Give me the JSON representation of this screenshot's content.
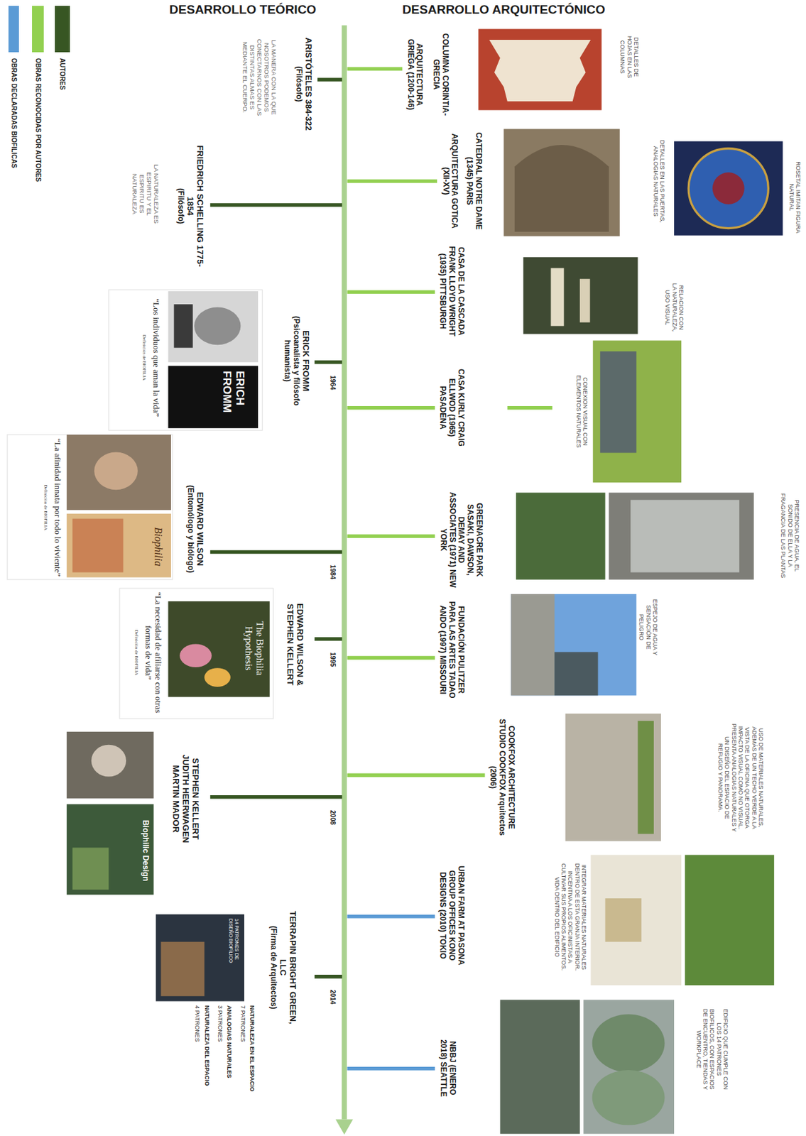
{
  "diagram": {
    "labels": [
      "DESARROLLO TEÓRICO",
      "DESARROLLO ARQUITECTÓNICO",
      "ARISTÓTELES 384-322",
      "(Filósofo)",
      "LA MANERA CON LA QUE NOSOTROS PODEMOS CONECTARNOS CON LAS DISTINTAS ALMAS ES MEDIANTE EL CUERPO.",
      "FRIEDRICH SCHELLING 1775-1854",
      "(Filósofo)",
      "LA NATURALEZA ES ESPIRITU Y EL ESPIRITU ES NATURALEZA",
      "ERICK FROMM",
      "(Psicoanalista y filósofo humanista)",
      "1964",
      "ERICH FROMM",
      "“Los individuos que aman la vida”",
      "Definición de BIOFILIA",
      "EDWARD WILSON",
      "(Entomólogo y biólogo)",
      "1984",
      "Biophilia",
      "“La afinidad innata por todo lo viviente”",
      "Definición de BIOFILIA",
      "EDWARD WILSON & STEPHEN KELLERT",
      "1995",
      "The Biophilia Hypothesis",
      "“La necesidad de afiliarse con otras formas de vida”",
      "Definición de BIOFILIA",
      "STEPHEN KELLERT",
      "JUDITH HEERWAGEN",
      "MARTIN MADOR",
      "2008",
      "Biophilic Design",
      "TERRAPIN BRIGHT GREEN, LLC",
      "(Firma de Arquitectos)",
      "2014",
      "14 PATRONES DE DISEÑO BIOFÍLICO",
      "NATURALEZA EN EL ESPACIO",
      "7 PATRONES",
      "ANALOGIAS NATURALES",
      "3 PATRONES",
      "NATURALEZA DEL ESPACIO",
      "4 PATRONES",
      "COLUMNA CORINTIA- GRECIA",
      "ARQUITECTURA GRIEGA (1200-146)",
      "DETALLES DE HOJAS EN LAS COLUMNAS",
      "CATEDRAL NOTRE DAME (1345) PARIS",
      "ARQUITECTURA GOTICA (XII-XV)",
      "DETALLES EN LAS PUERTAS, ANALOGIAS NATURALES",
      "ROSETAL IMITAN FIGURA NATURAL",
      "CASA DE LA CASCADA FRANK LLOYD WRIGHT (1935) PITTSBURGH",
      "RELACION CON LA NATURALEZA, USO VISUAL",
      "CASA KURLY CRAIG ELLWOD (1965) PASADENA",
      "CONEXION VISUAL CON ELEMENTOS NATURALES",
      "GREENACRE PARK SASAKI, DAWSON, DEMAY AND ASSOCIATES (1971) NEW YORK",
      "PRESENCIA DE AGUA, EL SONIDO DE ELLA Y LA FRAGANCIA DE LAS PLANTAS",
      "FUNDACIÓN PULITZER PARA LAS ARTES TADAO ANDO (1997) MISSOURI",
      "ESPEJO DE AGUA Y SENSACIÓN DE PELIGRO",
      "COOKFOX ARCHITECTURE STUDIO COOKFOX Arquitectos (2006)",
      "USO DE MATERIALES NATURALES, ADEMÁS DE UN TECHO VERDE A LA VISTA DE LA OFICINA QUE OTORGA IMPACTO VISUAL COMO NO VISUAL. PRESENTA ANALOGIAS NATURALES Y UN DISEÑO DEL ESPACIO DE REFUGIO Y PANORAMA.",
      "URBAN FARM AT PASONA GROUP OFFICES KONO DESIGNS (2010) TOKIO",
      "INTEGRAR MATERIALES NATURALES DENTRO DE ESTA GRANJA INTERIOR. INCENTIVA A LOS OFICINISTAS A CULTIVAR SUS PROPIOS ALIMENTOS. VIDA DENTRO DEL EDIFICIO",
      "NBBJ (ENERO 2018) SEATTLE",
      "EDIFICIO QUE CUMPLE CON LOS 14 PATRONES BIOFILICOS, CON ESPACIOS DE ENCUENTRO, TIENDAS Y WORKPLACE"
    ],
    "legend": [
      {
        "text": "AUTORES",
        "color": "#375623"
      },
      {
        "text": "OBRAS RECONOCIDAS POR AUTORES",
        "color": "#92d050"
      },
      {
        "text": "OBRAS DECLARADAS BIOFILICAS",
        "color": "#5b9bd5"
      }
    ]
  }
}
